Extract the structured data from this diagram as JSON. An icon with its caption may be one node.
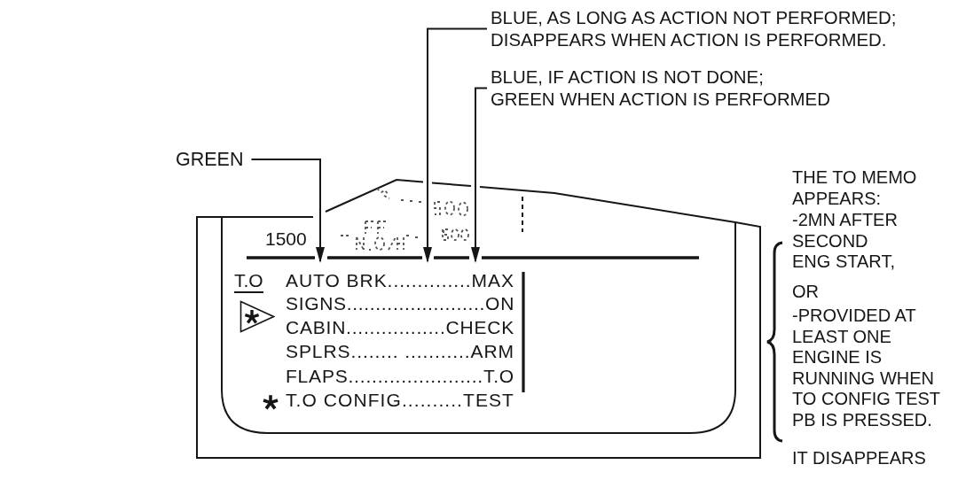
{
  "diagram": {
    "nodes": [
      {
        "text": [
          "GREEN"
        ]
      },
      {
        "text": [
          "BLUE, AS LONG AS ACTION NOT PERFORMED;",
          "DISAPPEARS WHEN ACTION IS PERFORMED."
        ]
      },
      {
        "text": [
          "BLUE, IF ACTION IS NOT DONE;",
          "GREEN WHEN ACTION IS PERFORMED"
        ]
      },
      {
        "text": [
          "1500",
          "T.O",
          "AUTO BRK..............MAX",
          "SIGNS........................ON",
          "CABIN.................CHECK",
          "SPLRS........ ...........ARM",
          "FLAPS.......................T.O",
          "T.O CONFIG..........TEST"
        ]
      }
    ],
    "edges": [
      {
        "from": 0,
        "to": 3,
        "arrow": "to"
      },
      {
        "from": 1,
        "to": 3,
        "arrow": "to"
      },
      {
        "from": 2,
        "to": 3,
        "arrow": "to"
      }
    ],
    "labels": [
      "THE TO MEMO APPEARS:",
      "-2MN AFTER SECOND ENG START,",
      "OR",
      "-PROVIDED AT LEAST ONE ENGINE IS RUNNING WHEN TO CONFIG TEST PB IS PRESSED.",
      "IT DISAPPEARS"
    ]
  }
}
